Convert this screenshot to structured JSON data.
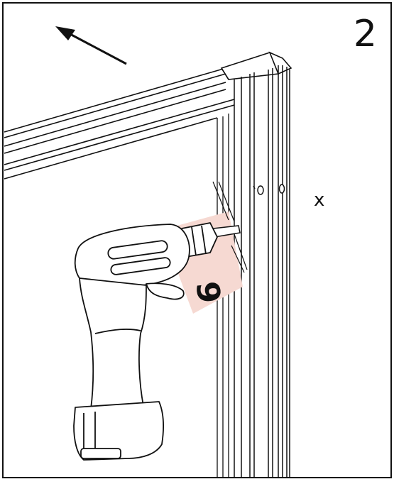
{
  "step": {
    "number": "2"
  },
  "drill_bit": {
    "size_label": "6"
  },
  "marks": {
    "cross_label": "x"
  },
  "colors": {
    "line": "#111111",
    "highlight": "#f6d9d2",
    "background": "#ffffff"
  },
  "icons": {
    "direction": "arrow-up-left-icon",
    "tool": "power-drill-icon"
  }
}
